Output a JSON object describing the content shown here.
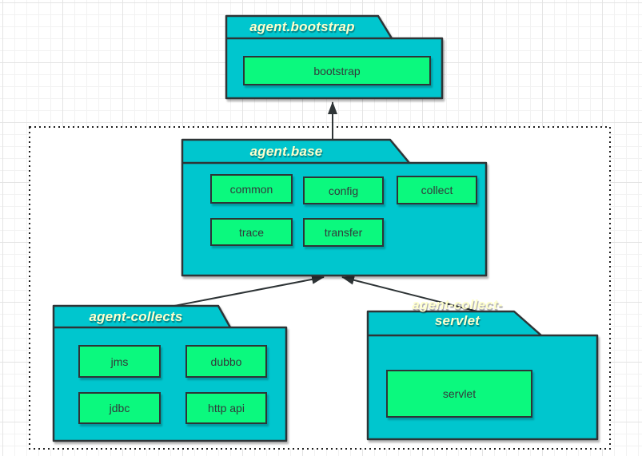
{
  "diagram": {
    "packages": [
      {
        "title": "agent.bootstrap",
        "modules": [
          "bootstrap"
        ]
      },
      {
        "title": "agent.base",
        "modules": [
          "common",
          "config",
          "collect",
          "trace",
          "transfer"
        ]
      },
      {
        "title": "agent-collects",
        "modules": [
          "jms",
          "dubbo",
          "jdbc",
          "http api"
        ]
      },
      {
        "title": "agent-collect-servlet",
        "modules": [
          "servlet"
        ]
      }
    ],
    "relations": [
      {
        "from": "agent.base",
        "to": "agent.bootstrap"
      },
      {
        "from": "agent-collects",
        "to": "agent.base"
      },
      {
        "from": "agent-collect-servlet",
        "to": "agent.base"
      }
    ],
    "colors": {
      "package_fill": "#00C6CE",
      "module_fill": "#0BF97E",
      "stroke": "#2E3436",
      "title_text": "#FFFFCC",
      "module_text": "#33393B",
      "boundary_stroke": "#1F1F1F",
      "canvas_background": "#FFFFFF"
    }
  }
}
